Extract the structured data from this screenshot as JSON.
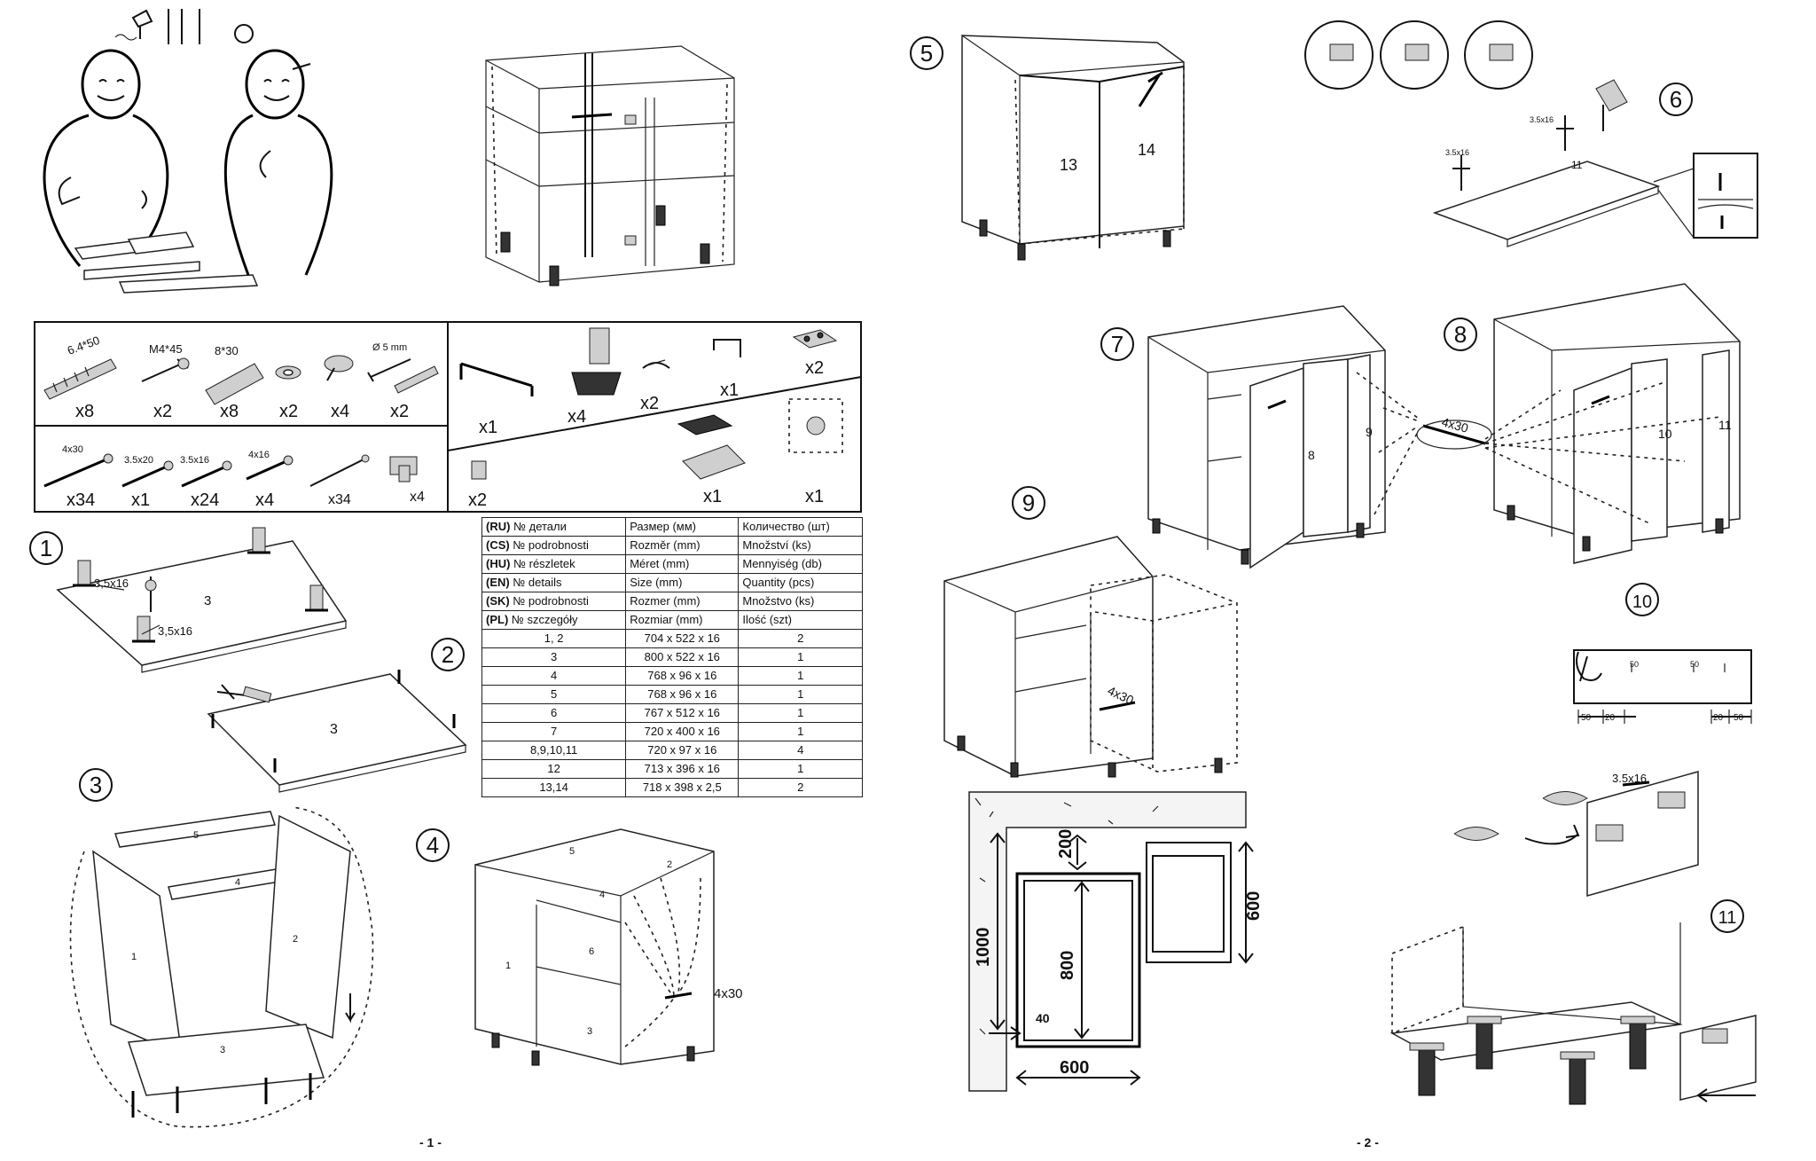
{
  "page_numbers": [
    "- 1 -",
    "- 2 -"
  ],
  "steps": [
    "1",
    "2",
    "3",
    "4",
    "5",
    "6",
    "7",
    "8",
    "9",
    "10",
    "11"
  ],
  "hardware": {
    "items_top": [
      {
        "label": "6.4*50",
        "count": "x8"
      },
      {
        "label": "M4*45",
        "count": "x2"
      },
      {
        "label": "8*30",
        "count": "x8"
      },
      {
        "label": "",
        "count": "x2"
      },
      {
        "label": "",
        "count": "x4"
      },
      {
        "label": "Ø 5 mm",
        "count": "x2"
      }
    ],
    "items_bottom": [
      {
        "label": "4x30",
        "count": "x34"
      },
      {
        "label": "3.5x20",
        "count": "x1"
      },
      {
        "label": "3.5x16",
        "count": "x24"
      },
      {
        "label": "4x16",
        "count": "x4"
      },
      {
        "label": "",
        "count": "x34"
      },
      {
        "label": "",
        "count": "x4"
      }
    ],
    "items_right": [
      "x1",
      "x4",
      "x2",
      "x1",
      "x2",
      "x2",
      "x1",
      "x1"
    ]
  },
  "table": {
    "header_rows": [
      {
        "lang": "(RU)",
        "detail": "№ детали",
        "size": "Размер  (мм)",
        "qty": "Количество (шт)"
      },
      {
        "lang": "(CS)",
        "detail": "№ podrobnosti",
        "size": "Rozměr (mm)",
        "qty": "Množství (ks)"
      },
      {
        "lang": "(HU)",
        "detail": "№ részletek",
        "size": "Méret (mm)",
        "qty": "Mennyiség (db)"
      },
      {
        "lang": "(EN)",
        "detail": "№ details",
        "size": "Size (mm)",
        "qty": "Quantity  (pcs)"
      },
      {
        "lang": "(SK)",
        "detail": "№ podrobnosti",
        "size": "Rozmer (mm)",
        "qty": "Množstvo (ks)"
      },
      {
        "lang": "(PL)",
        "detail": "№ szczegóły",
        "size": "Rozmiar (mm)",
        "qty": "Ilość (szt)"
      }
    ],
    "rows": [
      {
        "part": "1, 2",
        "size": "704 x 522 x 16",
        "qty": "2"
      },
      {
        "part": "3",
        "size": "800 x 522 x 16",
        "qty": "1"
      },
      {
        "part": "4",
        "size": "768 x 96 x 16",
        "qty": "1"
      },
      {
        "part": "5",
        "size": "768 x 96 x 16",
        "qty": "1"
      },
      {
        "part": "6",
        "size": "767 x 512 x 16",
        "qty": "1"
      },
      {
        "part": "7",
        "size": "720 x 400 x 16",
        "qty": "1"
      },
      {
        "part": "8,9,10,11",
        "size": "720 x 97 x 16",
        "qty": "4"
      },
      {
        "part": "12",
        "size": "713 x 396 x 16",
        "qty": "1"
      },
      {
        "part": "13,14",
        "size": "718 x 398 x 2,5",
        "qty": "2"
      }
    ]
  },
  "labels": {
    "s1_part": "3",
    "s1_screw_a": "3,5x16",
    "s1_screw_b": "3,5x16",
    "s2_part": "3",
    "s3_parts": [
      "5",
      "4",
      "1",
      "2",
      "3"
    ],
    "s4_parts": [
      "5",
      "2",
      "4",
      "1",
      "6",
      "3"
    ],
    "s4_screw": "4x30",
    "s5_parts": [
      "13",
      "14"
    ],
    "s6_screws": [
      "3.5x16",
      "3.5x16"
    ],
    "s6_part": "11",
    "s7_parts": [
      "8",
      "9"
    ],
    "s8_parts": [
      "10",
      "11"
    ],
    "s78_screw": "4x30",
    "s9_screw": "4x30",
    "s10_dims": [
      "50",
      "20",
      "20",
      "50"
    ],
    "s10_marks": [
      "50",
      "50"
    ],
    "s11_screw": "3.5x16",
    "plan_dims": {
      "a": "200",
      "b": "1000",
      "c": "800",
      "d": "600",
      "e": "40",
      "f": "600"
    }
  }
}
